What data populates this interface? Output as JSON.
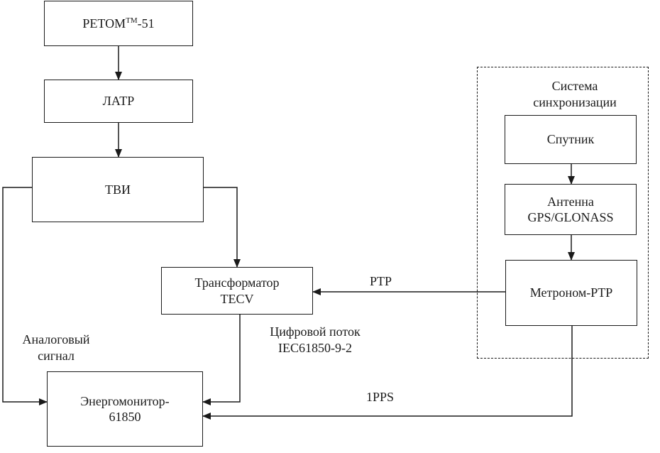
{
  "nodes": {
    "retom": {
      "main": "РЕТОМ",
      "sup": "TM",
      "suffix": "-51"
    },
    "latr": {
      "lines": [
        "ЛАТР"
      ]
    },
    "tvi": {
      "lines": [
        "ТВИ"
      ]
    },
    "transformer": {
      "lines": [
        "Трансформатор",
        "TECV"
      ]
    },
    "energomonitor": {
      "lines": [
        "Энергомонитор-",
        "61850"
      ]
    },
    "satellite": {
      "lines": [
        "Спутник"
      ]
    },
    "antenna": {
      "lines": [
        "Антенна",
        "GPS/GLONASS"
      ]
    },
    "metronom": {
      "lines": [
        "Метроном-PTP"
      ]
    }
  },
  "group": {
    "sync_system": {
      "lines": [
        "Система",
        "синхронизации"
      ]
    }
  },
  "labels": {
    "ptp": "PTP",
    "pps": "1PPS",
    "digital_stream": [
      "Цифровой поток",
      "IEC61850-9-2"
    ],
    "analog_signal": [
      "Аналоговый",
      "сигнал"
    ]
  }
}
